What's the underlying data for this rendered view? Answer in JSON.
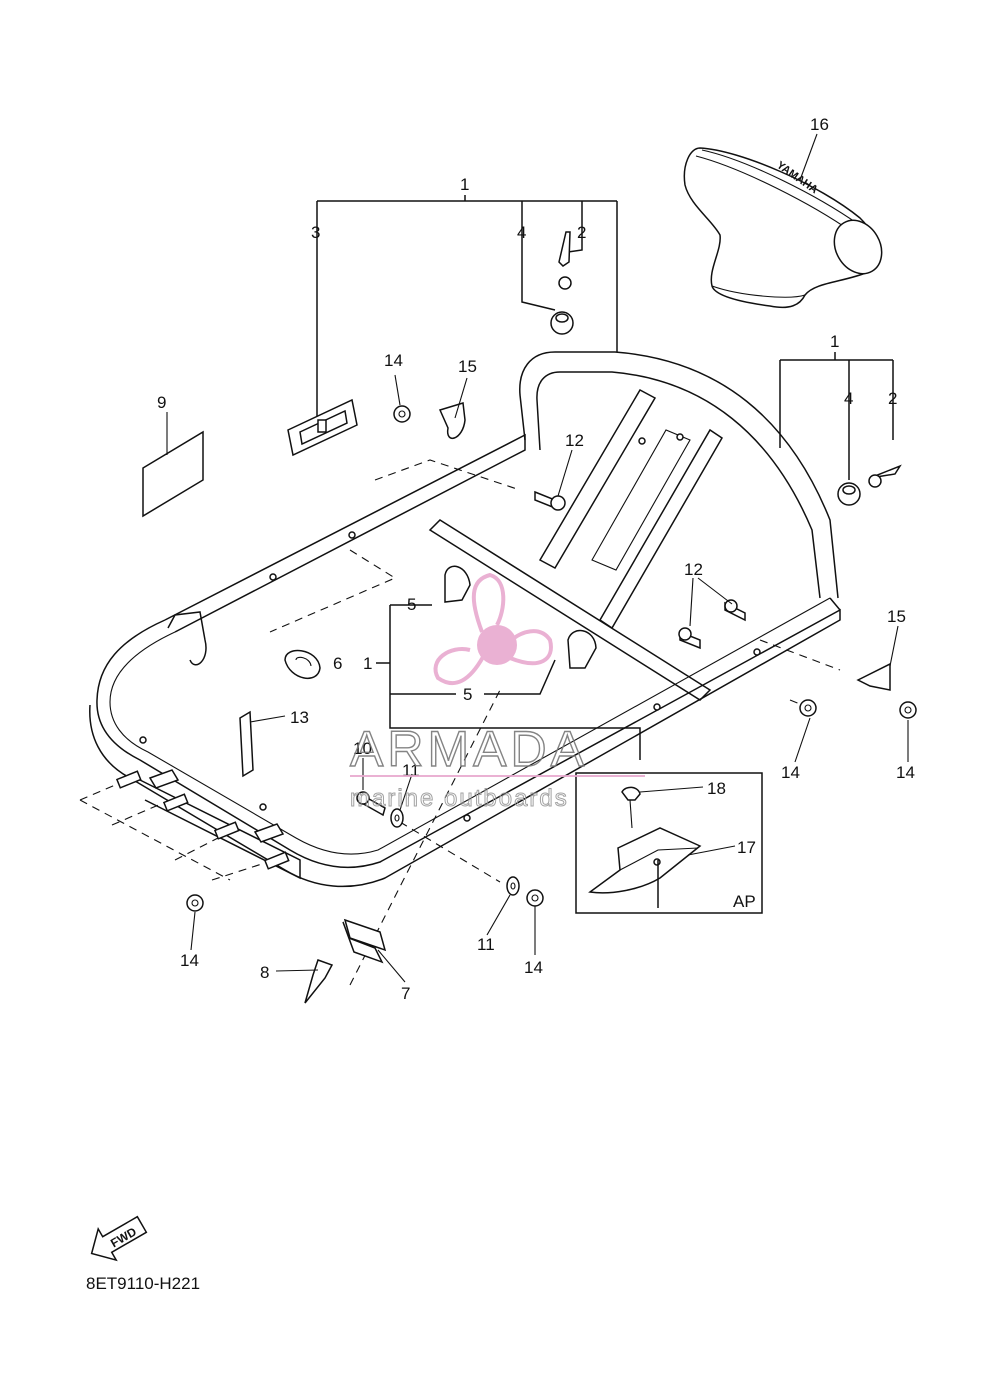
{
  "callouts": {
    "c1_top": "1",
    "c3": "3",
    "c4_top": "4",
    "c2_top": "2",
    "c16": "16",
    "c1_right": "1",
    "c4_right": "4",
    "c2_right": "2",
    "c9": "9",
    "c14_a": "14",
    "c15_a": "15",
    "c12_a": "12",
    "c12_b": "12",
    "c15_b": "15",
    "c5_a": "5",
    "c6": "6",
    "c1_mid": "1",
    "c5_b": "5",
    "c13": "13",
    "c10": "10",
    "c11_a": "11",
    "c14_b": "14",
    "c14_c": "14",
    "c18": "18",
    "c17": "17",
    "ap_label": "AP",
    "c14_d": "14",
    "c11_b": "11",
    "c14_e": "14",
    "c8": "8",
    "c7": "7"
  },
  "fwd_label": "FWD",
  "diagram_code": "8ET9110-H221",
  "hood_brand": "YAMAHA",
  "watermark": {
    "name": "ARMADA",
    "tagline": "marine outboards",
    "accent_color": "#e8a9cf"
  },
  "colors": {
    "line": "#111111",
    "background": "#ffffff"
  }
}
